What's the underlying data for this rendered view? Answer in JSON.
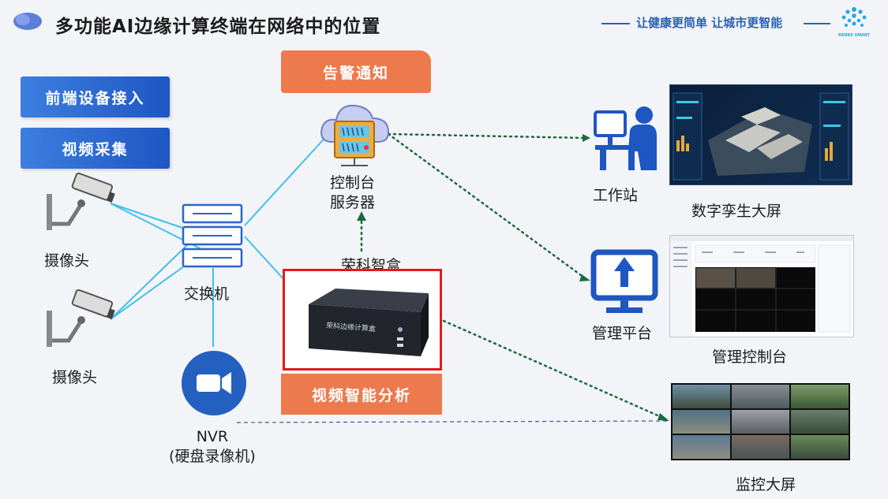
{
  "header": {
    "title": "多功能AI边缘计算终端在网络中的位置",
    "slogan": "让健康更简单  让城市更智能",
    "logo_text": "RENKE SMART"
  },
  "boxes": {
    "frontend": "前端设备接入",
    "video_capture": "视频采集",
    "alarm": "告警通知",
    "video_analysis": "视频智能分析"
  },
  "nodes": {
    "camera1": "摄像头",
    "camera2": "摄像头",
    "switch": "交换机",
    "server_line1": "控制台",
    "server_line2": "服务器",
    "edge_box": "荣科智盒",
    "edge_box_brand": "荣科边缘计算盒",
    "nvr_line1": "NVR",
    "nvr_line2": "(硬盘录像机)",
    "workstation": "工作站",
    "digital_twin": "数字孪生大屏",
    "mgmt_platform": "管理平台",
    "mgmt_console": "管理控制台",
    "monitor_wall": "监控大屏"
  },
  "colors": {
    "accent_blue": "#1e56c2",
    "orange": "#ed7a4c",
    "highlight_red": "#e11b1b",
    "link_cyan": "#40c0e8",
    "dotted_green": "#1a6b3a"
  }
}
